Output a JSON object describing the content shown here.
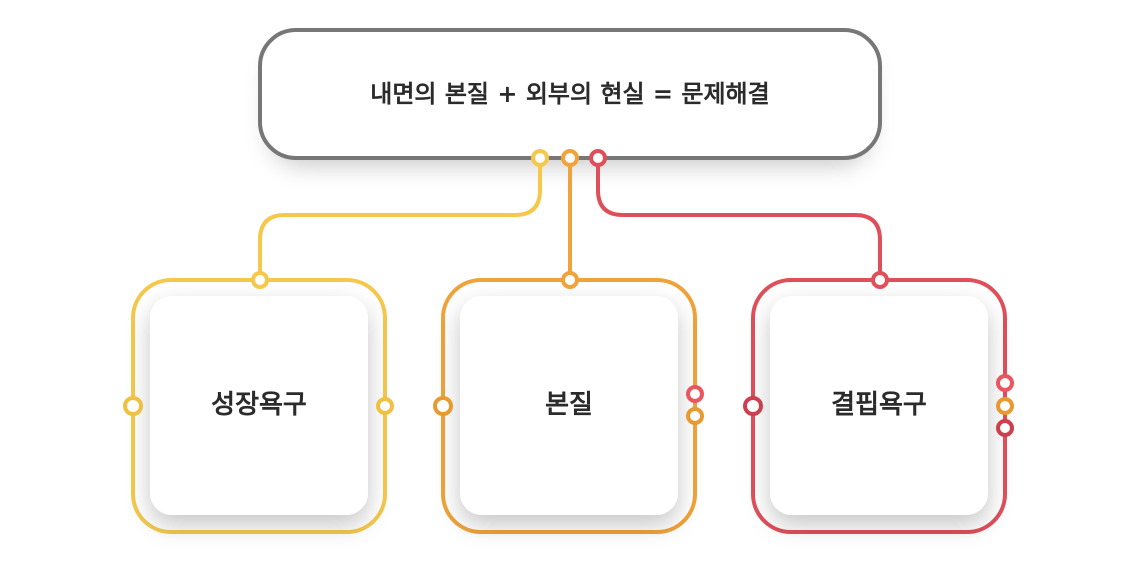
{
  "header": {
    "title": "내면의 본질 + 외부의 현실 = 문제해결"
  },
  "cards": [
    {
      "label": "성장욕구",
      "color": "#f5c84c"
    },
    {
      "label": "본질",
      "color": "#f0a33a"
    },
    {
      "label": "결핍욕구",
      "color": "#df4f5a"
    }
  ],
  "colors": {
    "frame": "#777777",
    "darkred": "#cc3f4c"
  }
}
